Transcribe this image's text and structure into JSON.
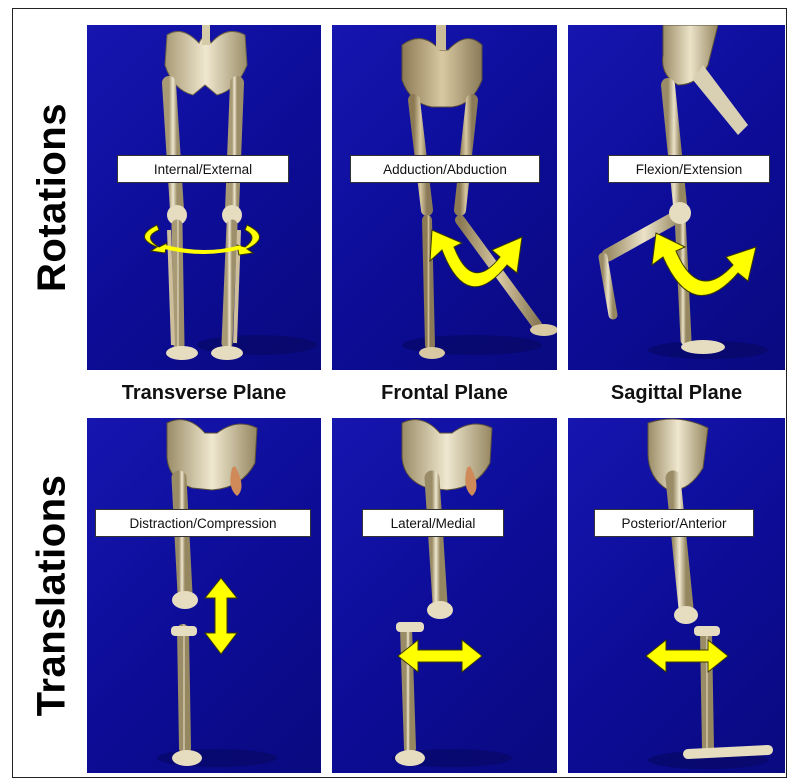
{
  "row_labels": {
    "rotations": "Rotations",
    "translations": "Translations"
  },
  "planes": {
    "transverse": "Transverse Plane",
    "frontal": "Frontal Plane",
    "sagittal": "Sagittal Plane"
  },
  "rotations": {
    "internal_external": "Internal/External",
    "adduction_abduction": "Adduction/Abduction",
    "flexion_extension": "Flexion/Extension"
  },
  "translations": {
    "distraction_compression": "Distraction/Compression",
    "lateral_medial": "Lateral/Medial",
    "posterior_anterior": "Posterior/Anterior"
  },
  "colors": {
    "background": "#1010a0",
    "bone": "#e8dfc4",
    "arrow": "#ffff00",
    "arrow_outline": "#333300"
  }
}
